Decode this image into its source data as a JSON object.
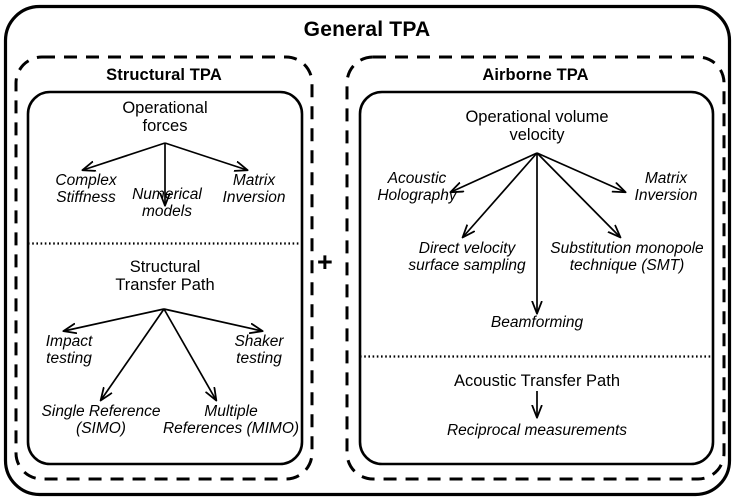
{
  "diagram": {
    "title": "General TPA",
    "plus_symbol": "+",
    "groups": [
      {
        "id": "structural",
        "title": "Structural TPA",
        "sections": [
          {
            "id": "operational-forces",
            "head": "Operational\nforces",
            "leaves": [
              "Complex\nStiffness",
              "Numerical\nmodels",
              "Matrix\nInversion"
            ]
          },
          {
            "id": "structural-transfer-path",
            "head": "Structural\nTransfer Path",
            "leaves": [
              "Impact\ntesting",
              "Shaker\ntesting",
              "Single Reference\n(SIMO)",
              "Multiple\nReferences (MIMO)"
            ]
          }
        ]
      },
      {
        "id": "airborne",
        "title": "Airborne TPA",
        "sections": [
          {
            "id": "operational-volume-velocity",
            "head": "Operational volume\nvelocity",
            "leaves": [
              "Acoustic\nHolography",
              "Matrix\nInversion",
              "Direct velocity\nsurface sampling",
              "Substitution monopole\ntechnique (SMT)",
              "Beamforming"
            ]
          },
          {
            "id": "acoustic-transfer-path",
            "head": "Acoustic Transfer Path",
            "leaves": [
              "Reciprocal measurements"
            ]
          }
        ]
      }
    ],
    "colors": {
      "stroke": "#000000",
      "background": "#ffffff"
    }
  }
}
